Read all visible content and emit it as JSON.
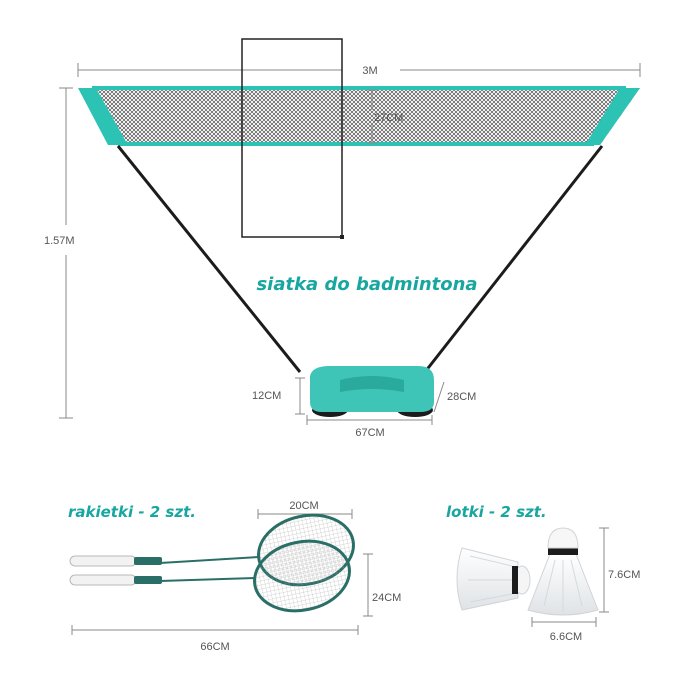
{
  "colors": {
    "teal": "#18a6a0",
    "net_teal": "#2cc3b4",
    "base_teal": "#3fc5b7",
    "pole": "#1c1c1c",
    "dimension_line": "#8a8a8a",
    "text": "#555555"
  },
  "net_section": {
    "caption": "siatka do badmintona",
    "width_label": "3M",
    "net_height_label": "27CM",
    "total_height_label": "1.57M",
    "base_height_label": "12CM",
    "base_depth_label": "28CM",
    "base_width_label": "67CM"
  },
  "racket_section": {
    "caption": "rakietki - 2 szt.",
    "head_width_label": "20CM",
    "head_height_label": "24CM",
    "length_label": "66CM"
  },
  "shuttle_section": {
    "caption": "lotki - 2 szt.",
    "height_label": "7.6CM",
    "width_label": "6.6CM"
  },
  "icons": [
    "badminton-net-icon",
    "net-base-icon",
    "badminton-racket-icon",
    "shuttlecock-icon"
  ]
}
